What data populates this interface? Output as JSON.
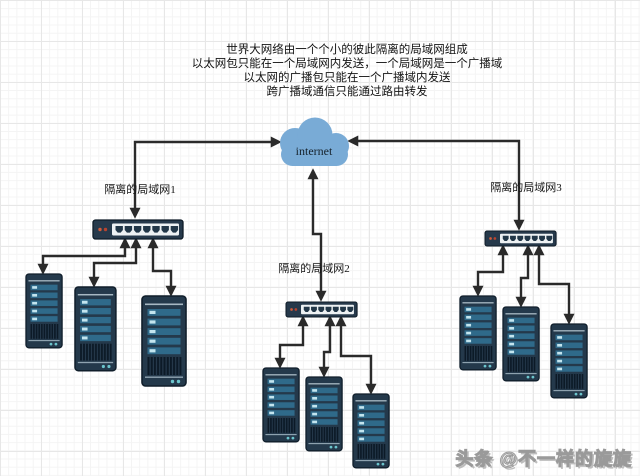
{
  "header": {
    "lines": [
      "世界大网络由一个个小的彼此隔离的局域网组成",
      "以太网包只能在一个局域网内发送，一个局域网是一个广播域",
      "以太网的广播包只能在一个广播域内发送",
      "跨广播域通信只能通过路由转发"
    ]
  },
  "cloud": {
    "label": "internet"
  },
  "lans": [
    {
      "label": "隔离的局域网1",
      "server_count": 3
    },
    {
      "label": "隔离的局域网2",
      "server_count": 3
    },
    {
      "label": "隔离的局域网3",
      "server_count": 3
    }
  ],
  "watermark": {
    "text": "头条 @不一样的旋旋"
  },
  "icons": {
    "cloud": "internet-cloud-icon",
    "switch": "network-switch-icon",
    "server": "server-tower-icon",
    "arrow": "double-headed-orthogonal-arrow"
  },
  "colors": {
    "cloud_fill": "#79abd6",
    "device_body": "#24394b",
    "device_border": "#101e2b",
    "drive_bay": "#2f6a8a",
    "connector": "#2a2a2a",
    "led": "#cf5b3a",
    "grid_major": "#e7e7e7",
    "grid_minor": "#f4f4f4"
  }
}
